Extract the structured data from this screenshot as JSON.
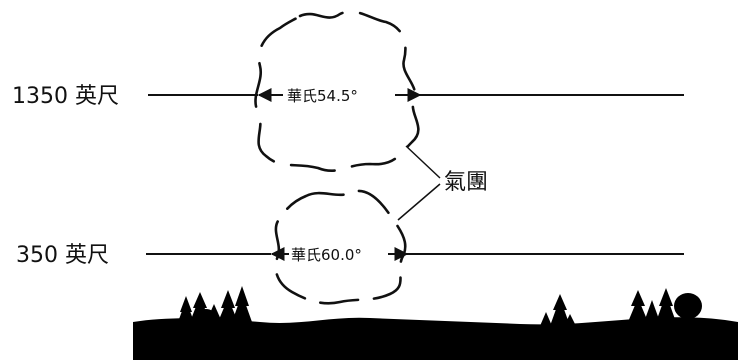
{
  "levels": {
    "upper": {
      "altitude_label": "1350 英尺",
      "temperature_label": "華氏54.5°"
    },
    "lower": {
      "altitude_label": "350 英尺",
      "temperature_label": "華氏60.0°"
    }
  },
  "parcel_label": "氣團",
  "colors": {
    "ink": "#111111",
    "ground": "#000000",
    "background": "#ffffff"
  }
}
